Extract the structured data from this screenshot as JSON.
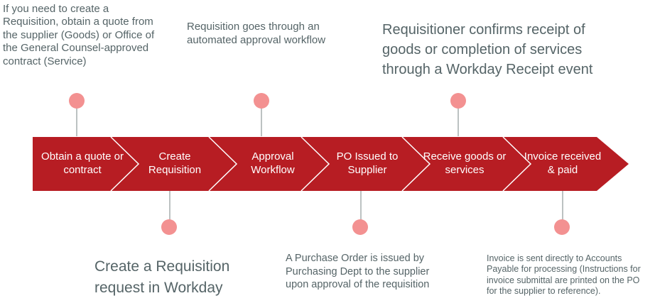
{
  "title": "Workday requisition process flow",
  "colors": {
    "band_red": "#b71d23",
    "dot_pink": "#f39191",
    "text_gray": "#556467",
    "connector_gray": "#bcc2c2",
    "band_label_white": "#ffffff"
  },
  "annotations": {
    "top": [
      {
        "text": "If you need to create a\nRequisition, obtain a quote from\nthe supplier (Goods) or Office of\nthe General Counsel-approved\ncontract (Service)"
      },
      {
        "text": "Requisition goes through an\nautomated approval workflow"
      },
      {
        "text": "Requisitioner confirms receipt of\ngoods or completion of services\nthrough a Workday Receipt event"
      }
    ],
    "bottom": [
      {
        "text": "Create a Requisition\nrequest in Workday"
      },
      {
        "text": "A Purchase Order is issued by\nPurchasing Dept to the supplier\nupon approval of the requisition"
      },
      {
        "text": "Invoice is sent directly to Accounts\nPayable for processing (Instructions for\ninvoice submittal are printed on the PO\nfor the supplier to reference)."
      }
    ]
  },
  "timeline": {
    "segments": [
      {
        "label": "Obtain a quote or\ncontract"
      },
      {
        "label": "Create\nRequisition"
      },
      {
        "label": "Approval\nWorkflow"
      },
      {
        "label": "PO Issued to\nSupplier"
      },
      {
        "label": "Receive goods or\nservices"
      },
      {
        "label": "Invoice received\n& paid"
      }
    ]
  }
}
